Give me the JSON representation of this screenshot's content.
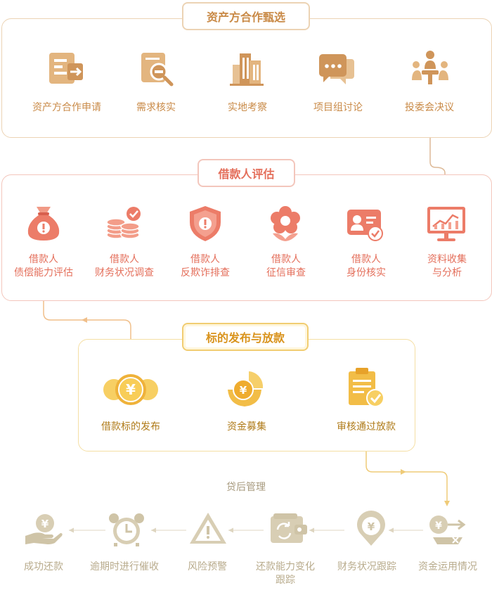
{
  "sections": {
    "s1": {
      "title": "资产方合作甄选",
      "steps": [
        "资产方合作申请",
        "需求核实",
        "实地考察",
        "项目组讨论",
        "投委会决议"
      ]
    },
    "s2": {
      "title": "借款人评估",
      "steps": [
        {
          "line1": "借款人",
          "line2": "债偿能力评估"
        },
        {
          "line1": "借款人",
          "line2": "财务状况调查"
        },
        {
          "line1": "借款人",
          "line2": "反欺诈排查"
        },
        {
          "line1": "借款人",
          "line2": "征信审查"
        },
        {
          "line1": "借款人",
          "line2": "身份核实"
        },
        {
          "line1": "资料收集",
          "line2": "与分析"
        }
      ]
    },
    "s3": {
      "title": "标的发布与放款",
      "steps": [
        "借款标的发布",
        "资金募集",
        "审核通过放款"
      ]
    },
    "s4": {
      "title": "贷后管理",
      "steps": [
        {
          "line1": "成功还款",
          "line2": ""
        },
        {
          "line1": "逾期时进行催收",
          "line2": ""
        },
        {
          "line1": "风险预警",
          "line2": ""
        },
        {
          "line1": "还款能力变化",
          "line2": "跟踪"
        },
        {
          "line1": "财务状况跟踪",
          "line2": ""
        },
        {
          "line1": "资金运用情况",
          "line2": ""
        }
      ]
    }
  },
  "colors": {
    "section1": "#c98a47",
    "section2": "#e46f5b",
    "section3": "#e8a724",
    "section4": "#c9bd9d"
  },
  "icons": {
    "s1": [
      "application-form-icon",
      "verify-document-icon",
      "building-icon",
      "discussion-chat-icon",
      "committee-meeting-icon"
    ],
    "s2": [
      "money-bag-alert-icon",
      "coin-stack-check-icon",
      "shield-alert-icon",
      "credit-flower-icon",
      "id-card-check-icon",
      "data-chart-icon"
    ],
    "s3": [
      "yuan-coins-icon",
      "fundraising-coin-icon",
      "approval-document-icon"
    ],
    "s4": [
      "yuan-hand-icon",
      "alarm-clock-icon",
      "warning-triangle-icon",
      "wallet-refresh-icon",
      "yuan-pin-icon",
      "yuan-key-icon"
    ]
  }
}
